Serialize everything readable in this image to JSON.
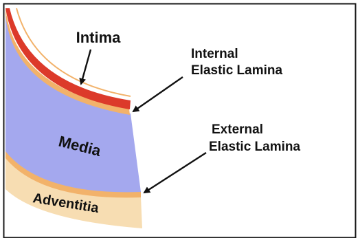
{
  "labels": {
    "intima": "Intima",
    "internal_line1": "Internal",
    "internal_line2": "Elastic Lamina",
    "media": "Media",
    "external_line1": "External",
    "external_line2": "Elastic Lamina",
    "adventitia": "Adventitia"
  },
  "colors": {
    "intima": "#dc3a2a",
    "internal_elastic_lamina": "#f2b26a",
    "media": "#a4a8ee",
    "external_elastic_lamina": "#f2b26a",
    "adventitia": "#f7ddb2",
    "arrow": "#111111",
    "frame": "#1a1a1a"
  }
}
